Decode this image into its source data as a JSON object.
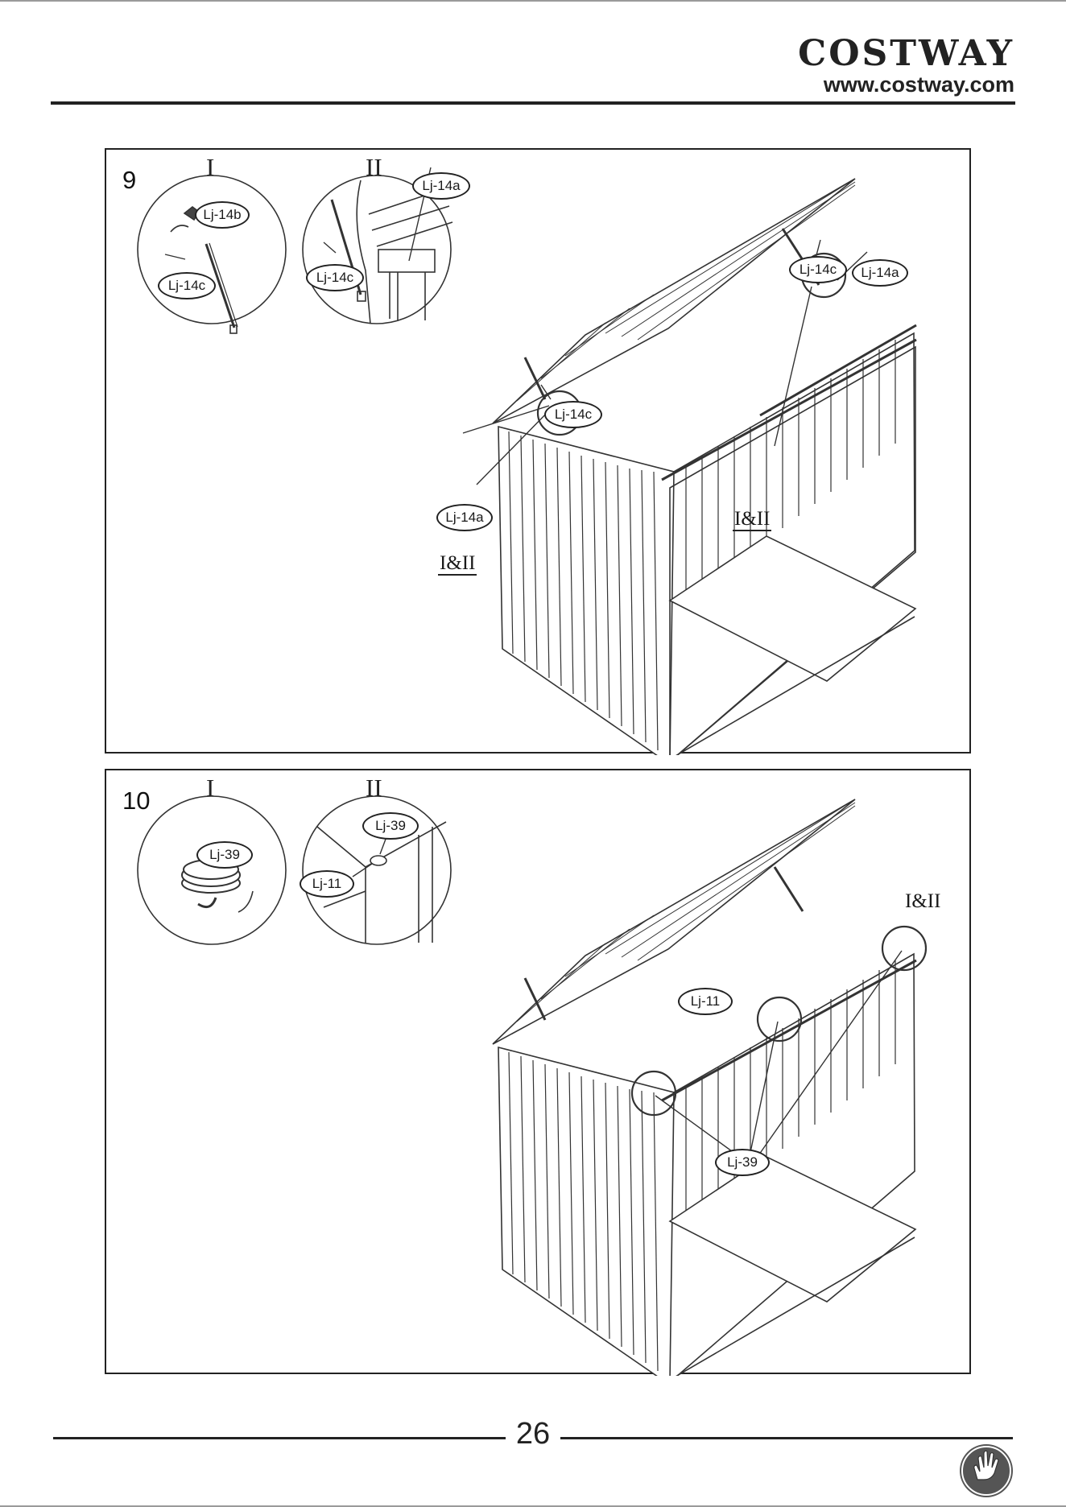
{
  "header": {
    "brand": "COSTWAY",
    "url": "www.costway.com"
  },
  "steps": [
    {
      "number": "9",
      "detail_labels": [
        "I",
        "II"
      ],
      "callouts": {
        "d1_14b": "Lj-14b",
        "d1_14c": "Lj-14c",
        "d2_14a": "Lj-14a",
        "d2_14c": "Lj-14c",
        "main_r_14c": "Lj-14c",
        "main_r_14a": "Lj-14a",
        "main_l_14c": "Lj-14c",
        "main_l_14a": "Lj-14a"
      },
      "refs": [
        "I&II",
        "I&II"
      ]
    },
    {
      "number": "10",
      "detail_labels": [
        "I",
        "II"
      ],
      "callouts": {
        "d1_39": "Lj-39",
        "d2_39": "Lj-39",
        "d2_11": "Lj-11",
        "main_11": "Lj-11",
        "main_39": "Lj-39"
      },
      "refs": [
        "I&II"
      ]
    }
  ],
  "footer": {
    "page_number": "26"
  }
}
